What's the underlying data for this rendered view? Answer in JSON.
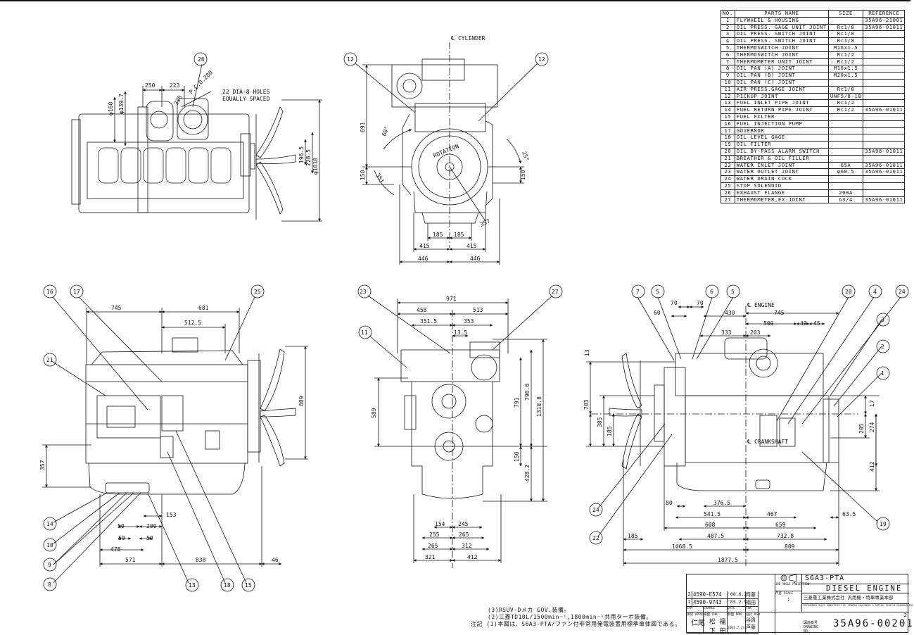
{
  "table": {
    "headers": {
      "no": "NO.",
      "name": "PARTS NAME",
      "size": "SIZE",
      "ref": "REFERENCE"
    },
    "rows": [
      {
        "no": "1",
        "name": "FLYWHEEL & HOUSING",
        "size": "",
        "ref": "35A96-21001"
      },
      {
        "no": "2",
        "name": "OIL PRESS. GAGE UNIT JOINT",
        "size": "Rc1/8",
        "ref": "35A96-01011"
      },
      {
        "no": "3",
        "name": "OIL PRESS. SWITCH JOINT",
        "size": "Rc1/8",
        "ref": ""
      },
      {
        "no": "4",
        "name": "OIL PRESS. SWITCH JOINT",
        "size": "Rc1/8",
        "ref": ""
      },
      {
        "no": "5",
        "name": "THERMOSWITCH JOINT",
        "size": "M16x1.5",
        "ref": ""
      },
      {
        "no": "6",
        "name": "THERMOSWITCH JOINT",
        "size": "Rc1/2",
        "ref": ""
      },
      {
        "no": "7",
        "name": "THERMOMETER UNIT JOINT",
        "size": "Rc1/2",
        "ref": ""
      },
      {
        "no": "8",
        "name": "OIL PAN (A) JOINT",
        "size": "M16x1.5",
        "ref": ""
      },
      {
        "no": "9",
        "name": "OIL PAN (B) JOINT",
        "size": "M20x1.5",
        "ref": ""
      },
      {
        "no": "10",
        "name": "OIL PAN (C) JOINT",
        "size": "",
        "ref": ""
      },
      {
        "no": "11",
        "name": "AIR PRESS.GAGE JOINT",
        "size": "Rc1/8",
        "ref": ""
      },
      {
        "no": "12",
        "name": "PICKUP JOINT",
        "size": "UNF5/8-18",
        "ref": ""
      },
      {
        "no": "13",
        "name": "FUEL INLET PIPE JOINT",
        "size": "Rc1/2",
        "ref": ""
      },
      {
        "no": "14",
        "name": "FUEL RETURN PIPE JOINT",
        "size": "Rc1/2",
        "ref": "35A96-01011"
      },
      {
        "no": "15",
        "name": "FUEL FILTER",
        "size": "",
        "ref": ""
      },
      {
        "no": "16",
        "name": "FUEL INJECTION PUMP",
        "size": "",
        "ref": ""
      },
      {
        "no": "17",
        "name": "GOVERNOR",
        "size": "",
        "ref": ""
      },
      {
        "no": "18",
        "name": "OIL LEVEL GAGE",
        "size": "",
        "ref": ""
      },
      {
        "no": "19",
        "name": "OIL FILTER",
        "size": "",
        "ref": ""
      },
      {
        "no": "20",
        "name": "OIL BY-PASS ALARM SWITCH",
        "size": "",
        "ref": "35A96-01011"
      },
      {
        "no": "21",
        "name": "BREATHER & OIL FILLER",
        "size": "",
        "ref": ""
      },
      {
        "no": "22",
        "name": "WATER INLET JOINT",
        "size": "65A",
        "ref": "35A96-01011"
      },
      {
        "no": "23",
        "name": "WATER OUTLET JOINT",
        "size": "φ60.5",
        "ref": "35A96-01011"
      },
      {
        "no": "24",
        "name": "WATER DRAIN COCK",
        "size": "",
        "ref": ""
      },
      {
        "no": "25",
        "name": "STOP SOLENOID",
        "size": "",
        "ref": ""
      },
      {
        "no": "26",
        "name": "EXHAUST FLANGE",
        "size": "200A",
        "ref": ""
      },
      {
        "no": "27",
        "name": "THERMOMETER,EX.JOINT",
        "size": "G3/4",
        "ref": "35A96-01011"
      }
    ]
  },
  "top_left": {
    "callout_26": "26",
    "d250": "250",
    "d223": "223",
    "pcd": "P.C.D.280",
    "d320": "320",
    "holes": "22 DIA-8 HOLES",
    "equal": "EQUALLY SPACED",
    "d160": "φ160",
    "d139": "φ139.7",
    "d196": "196.5",
    "d228": "228.5",
    "d1010": "φ1010"
  },
  "top_mid": {
    "cl": "℄ CYLINDER",
    "c12a": "12",
    "c12b": "12",
    "rotation": "ROTATION",
    "d691": "691",
    "d60deg": "60°",
    "d25deg": "25°",
    "d150a": "150",
    "d150b": "150",
    "d351": "351",
    "d357": "357",
    "d185a": "185",
    "d185b": "185",
    "d415a": "415",
    "d415b": "415",
    "d446a": "446",
    "d446b": "446"
  },
  "bot_left": {
    "c16": "16",
    "c17": "17",
    "c25": "25",
    "c21": "21",
    "c14": "14",
    "c10": "10",
    "c9": "9",
    "c8": "8",
    "c13": "13",
    "c18": "18",
    "c15": "15",
    "d745": "745",
    "d681": "681",
    "d512": "512.5",
    "d809": "809",
    "d357": "357",
    "d153": "153",
    "d50a": "50",
    "d50b": "50",
    "d50c": "50",
    "d200": "200",
    "d478": "478",
    "d571": "571",
    "d838": "838",
    "d46": "46"
  },
  "bot_mid": {
    "c23": "23",
    "c27": "27",
    "c11": "11",
    "d971": "971",
    "d458": "458",
    "d513": "513",
    "d351": "351.5",
    "d353": "353",
    "d13": "13.5",
    "d589": "589",
    "d791": "791",
    "d790": "790.6",
    "d1318": "1318.8",
    "d150": "150",
    "d428": "428.2",
    "d154": "154",
    "d245": "245",
    "d255": "255",
    "d265a": "265",
    "d265b": "265",
    "d312": "312",
    "d321": "321",
    "d412": "412"
  },
  "bot_right": {
    "c7": "7",
    "c5a": "5",
    "c6": "6",
    "c5b": "5",
    "c20": "20",
    "c4": "4",
    "c24a": "24",
    "c3": "3",
    "c2": "2",
    "c1": "1",
    "c19": "19",
    "c24b": "24",
    "c22": "22",
    "engine": "℄ ENGINE",
    "crank": "℄ CRANKSHAFT",
    "d60": "60",
    "d70a": "70",
    "d70b": "70",
    "d430": "430",
    "d745": "745",
    "d500": "500",
    "d40": "40",
    "d45": "45",
    "d333": "333",
    "d203": "203",
    "d13": "13",
    "d703": "703",
    "d385": "385",
    "d185": "185",
    "d17": "17",
    "d205": "205",
    "d274": "274",
    "d412": "412",
    "d80": "80",
    "d376": "376.5",
    "d541": "541.5",
    "d467": "467",
    "d63": "63.5",
    "d608": "608",
    "d659": "659",
    "d487": "487.5",
    "d732": "732.8",
    "d185b": "185",
    "d1068": "1068.5",
    "d809": "809",
    "d1877": "1877.5"
  },
  "notes": {
    "n3": "(3)RSUV-Dメカ GOV.装備。",
    "n2": "(2)三菱TD10L/1500min⁻¹,1800min⁻¹共用ターボ装備。",
    "label": "注記",
    "n1": "(1)本図は、S6A3-PTA/ファン付非常用発電装置用標準車体図である。"
  },
  "title_block": {
    "rev2_no": "2",
    "rev2_code": "4590-E574",
    "rev2_date": "'08.6.2",
    "rev2_sign": "齊藤",
    "rev1_no": "1",
    "rev1_code": "4590-9743",
    "rev1_date": "'03.2.5",
    "rev1_sign": "福田",
    "col_sym": "SYM",
    "col_chg": "CHANGE",
    "col_date": "DATE",
    "col_chk": "CHK",
    "proj": "3RD ANGLE PROJECTION",
    "scale_lbl": "尺度 SCALE",
    "scale": ":",
    "appd": "承認 APPD",
    "chkd": "検図 CHK",
    "drn": "製図 DRN",
    "design": "設計 DSN",
    "appd_sign": "仁尾",
    "chkd_sign1": "松",
    "chkd_sign2": "下",
    "drn_sign1": "福",
    "drn_sign2": "田",
    "dsn_sign1": "谷",
    "dsn_sign2": "芦",
    "dsn_sign3": "齊",
    "dsn_sign4": "藤",
    "date_issued": "2001.7.23",
    "model": "S6A3-PTA",
    "name": "DIESEL ENGINE",
    "company_jp": "三菱重工業株式会社 汎用機・特車事業本部",
    "company_en": "MITSUBISHI HEAVY INDUSTRIES,LTD. GENERAL MACHINERY & SPECIAL VEHICLE HEADQUARTERS",
    "dwg_lbl": "図面番号 DRAWING NO.",
    "dwg_no": "35A96-00201",
    "sheet_rev": "2"
  },
  "colors": {
    "ink": "#111111",
    "paper": "#ffffff"
  }
}
